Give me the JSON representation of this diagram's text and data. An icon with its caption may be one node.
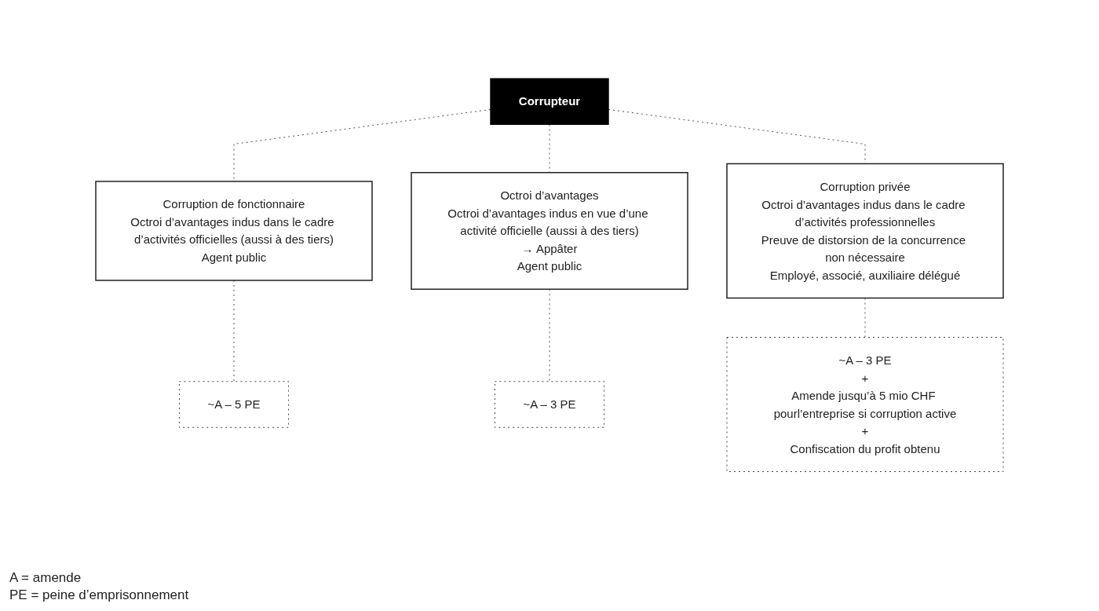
{
  "diagram": {
    "nodes": [
      {
        "text": [
          "Corrupteur"
        ]
      },
      {
        "text": [
          "Corruption de fonctionnaire",
          "Octroi d’avantages indus dans le cadre d’activités officielles (aussi à des tiers)",
          "Agent public"
        ]
      },
      {
        "text": [
          "Octroi d’avantages",
          "Octroi d’avantages indus en vue d’une activité officielle (aussi à des tiers)",
          "→ Appâter",
          "Agent public"
        ]
      },
      {
        "text": [
          "Corruption privée",
          "Octroi d’avantages indus dans le cadre d’activités professionnelles",
          "Preuve de distorsion de la concurrence non nécessaire",
          "Employé, associé, auxiliaire délégué"
        ]
      },
      {
        "text": [
          "~A – 5 PE"
        ]
      },
      {
        "text": [
          "~A – 3 PE"
        ]
      },
      {
        "text": [
          "~A – 3 PE",
          "+",
          "Amende jusqu’à 5 mio CHF pourl’entreprise si corruption active",
          "+",
          "Confiscation du profit obtenu"
        ]
      }
    ],
    "edges": [
      {
        "from": 0,
        "to": 1,
        "arrow": "none",
        "style": "dashed"
      },
      {
        "from": 0,
        "to": 2,
        "arrow": "none",
        "style": "dashed"
      },
      {
        "from": 0,
        "to": 3,
        "arrow": "none",
        "style": "dashed"
      },
      {
        "from": 1,
        "to": 4,
        "arrow": "none",
        "style": "dashed"
      },
      {
        "from": 2,
        "to": 5,
        "arrow": "none",
        "style": "dashed"
      },
      {
        "from": 3,
        "to": 6,
        "arrow": "none",
        "style": "dashed"
      }
    ],
    "labels": [
      "A = amende",
      "PE = peine d’emprisonnement"
    ]
  }
}
